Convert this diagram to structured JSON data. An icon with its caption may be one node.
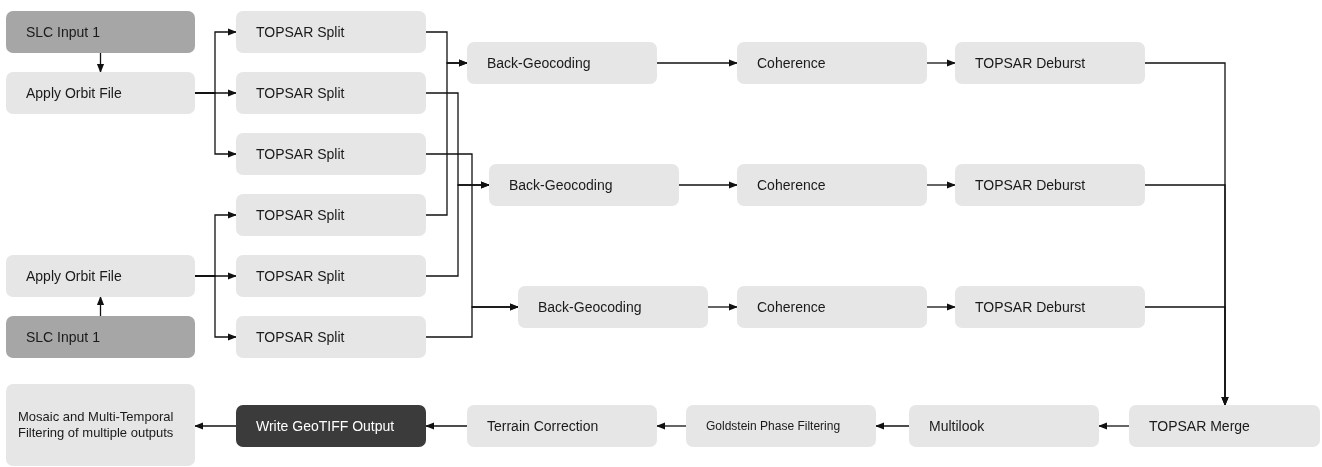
{
  "diagram": {
    "nodes": [
      {
        "text": [
          "SLC Input 1"
        ]
      },
      {
        "text": [
          "Apply Orbit File"
        ]
      },
      {
        "text": [
          "Apply Orbit File"
        ]
      },
      {
        "text": [
          "SLC Input 1"
        ]
      },
      {
        "text": [
          "TOPSAR Split"
        ]
      },
      {
        "text": [
          "TOPSAR Split"
        ]
      },
      {
        "text": [
          "TOPSAR Split"
        ]
      },
      {
        "text": [
          "TOPSAR Split"
        ]
      },
      {
        "text": [
          "TOPSAR Split"
        ]
      },
      {
        "text": [
          "TOPSAR Split"
        ]
      },
      {
        "text": [
          "Back-Geocoding"
        ]
      },
      {
        "text": [
          "Coherence"
        ]
      },
      {
        "text": [
          "TOPSAR Deburst"
        ]
      },
      {
        "text": [
          "Back-Geocoding"
        ]
      },
      {
        "text": [
          "Coherence"
        ]
      },
      {
        "text": [
          "TOPSAR Deburst"
        ]
      },
      {
        "text": [
          "Back-Geocoding"
        ]
      },
      {
        "text": [
          "Coherence"
        ]
      },
      {
        "text": [
          "TOPSAR Deburst"
        ]
      },
      {
        "text": [
          "Mosaic and Multi-Temporal Filtering of multiple outputs"
        ]
      },
      {
        "text": [
          "Write GeoTIFF Output"
        ]
      },
      {
        "text": [
          "Terrain Correction"
        ]
      },
      {
        "text": [
          "Goldstein Phase Filtering"
        ]
      },
      {
        "text": [
          "Multilook"
        ]
      },
      {
        "text": [
          "TOPSAR Merge"
        ]
      }
    ],
    "edges": [
      {
        "from": 0,
        "to": 1,
        "arrow": "to"
      },
      {
        "from": 3,
        "to": 2,
        "arrow": "to"
      },
      {
        "from": 1,
        "to": 4,
        "arrow": "to"
      },
      {
        "from": 1,
        "to": 5,
        "arrow": "to"
      },
      {
        "from": 1,
        "to": 6,
        "arrow": "to"
      },
      {
        "from": 2,
        "to": 7,
        "arrow": "to"
      },
      {
        "from": 2,
        "to": 8,
        "arrow": "to"
      },
      {
        "from": 2,
        "to": 9,
        "arrow": "to"
      },
      {
        "from": 4,
        "to": 10,
        "arrow": "to"
      },
      {
        "from": 7,
        "to": 10,
        "arrow": "to"
      },
      {
        "from": 5,
        "to": 13,
        "arrow": "to"
      },
      {
        "from": 8,
        "to": 13,
        "arrow": "to"
      },
      {
        "from": 6,
        "to": 16,
        "arrow": "to"
      },
      {
        "from": 9,
        "to": 16,
        "arrow": "to"
      },
      {
        "from": 10,
        "to": 11,
        "arrow": "to"
      },
      {
        "from": 11,
        "to": 12,
        "arrow": "to"
      },
      {
        "from": 13,
        "to": 14,
        "arrow": "to"
      },
      {
        "from": 14,
        "to": 15,
        "arrow": "to"
      },
      {
        "from": 16,
        "to": 17,
        "arrow": "to"
      },
      {
        "from": 17,
        "to": 18,
        "arrow": "to"
      },
      {
        "from": 12,
        "to": 24,
        "arrow": "to"
      },
      {
        "from": 15,
        "to": 24,
        "arrow": "to"
      },
      {
        "from": 18,
        "to": 24,
        "arrow": "to"
      },
      {
        "from": 24,
        "to": 23,
        "arrow": "to"
      },
      {
        "from": 23,
        "to": 22,
        "arrow": "to"
      },
      {
        "from": 22,
        "to": 21,
        "arrow": "to"
      },
      {
        "from": 21,
        "to": 20,
        "arrow": "to"
      },
      {
        "from": 20,
        "to": 19,
        "arrow": "to"
      }
    ]
  }
}
